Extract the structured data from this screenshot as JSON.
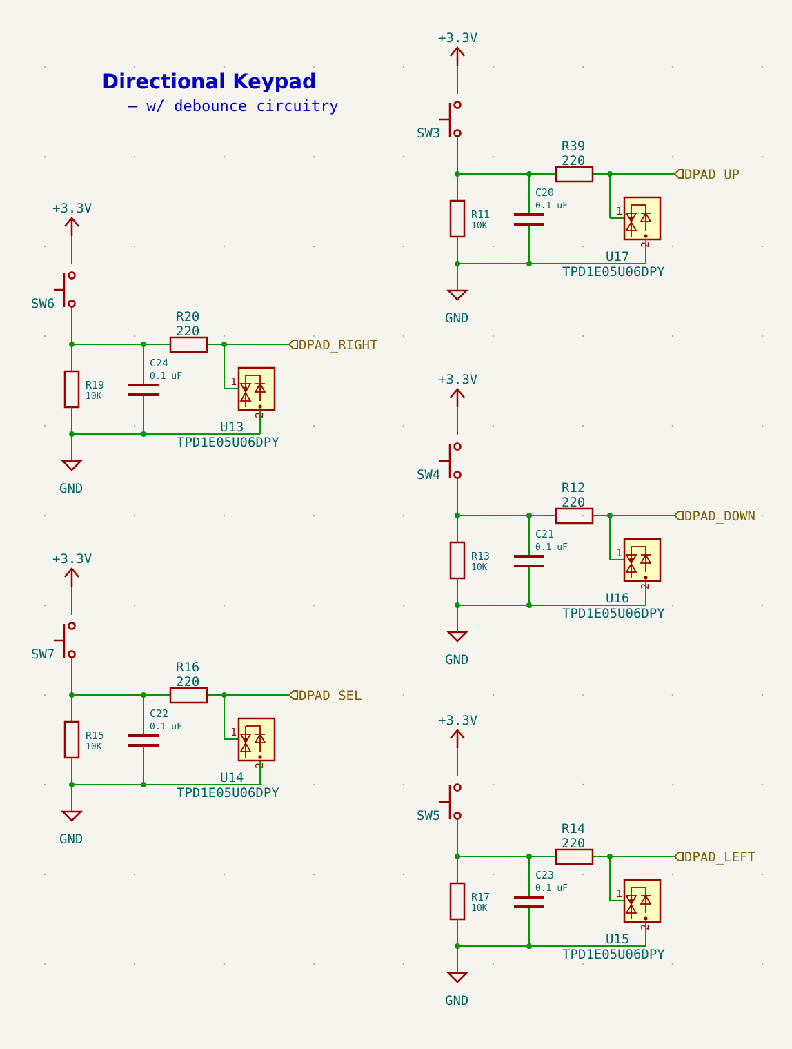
{
  "sheet": {
    "title": "Directional Keypad",
    "subtitle": "– w/ debounce circuitry"
  },
  "blocks": [
    {
      "key": "right",
      "switch": "SW6",
      "pullup_ref": "R19",
      "pullup_val": "10K",
      "series_ref": "R20",
      "series_val": "220",
      "cap_ref": "C24",
      "cap_val": "0.1 uF",
      "tvs_ref": "U13",
      "tvs_part": "TPD1E05U06DPY",
      "net": "DPAD_RIGHT",
      "vcc": "+3.3V",
      "gnd": "GND",
      "pin1": "1",
      "pin2": "2"
    },
    {
      "key": "sel",
      "switch": "SW7",
      "pullup_ref": "R15",
      "pullup_val": "10K",
      "series_ref": "R16",
      "series_val": "220",
      "cap_ref": "C22",
      "cap_val": "0.1 uF",
      "tvs_ref": "U14",
      "tvs_part": "TPD1E05U06DPY",
      "net": "DPAD_SEL",
      "vcc": "+3.3V",
      "gnd": "GND",
      "pin1": "1",
      "pin2": "2"
    },
    {
      "key": "up",
      "switch": "SW3",
      "pullup_ref": "R11",
      "pullup_val": "10K",
      "series_ref": "R39",
      "series_val": "220",
      "cap_ref": "C20",
      "cap_val": "0.1 uF",
      "tvs_ref": "U17",
      "tvs_part": "TPD1E05U06DPY",
      "net": "DPAD_UP",
      "vcc": "+3.3V",
      "gnd": "GND",
      "pin1": "1",
      "pin2": "2"
    },
    {
      "key": "down",
      "switch": "SW4",
      "pullup_ref": "R13",
      "pullup_val": "10K",
      "series_ref": "R12",
      "series_val": "220",
      "cap_ref": "C21",
      "cap_val": "0.1 uF",
      "tvs_ref": "U16",
      "tvs_part": "TPD1E05U06DPY",
      "net": "DPAD_DOWN",
      "vcc": "+3.3V",
      "gnd": "GND",
      "pin1": "1",
      "pin2": "2"
    },
    {
      "key": "left",
      "switch": "SW5",
      "pullup_ref": "R17",
      "pullup_val": "10K",
      "series_ref": "R14",
      "series_val": "220",
      "cap_ref": "C23",
      "cap_val": "0.1 uF",
      "tvs_ref": "U15",
      "tvs_part": "TPD1E05U06DPY",
      "net": "DPAD_LEFT",
      "vcc": "+3.3V",
      "gnd": "GND",
      "pin1": "1",
      "pin2": "2"
    }
  ],
  "colors": {
    "wire": "#009600",
    "symbol": "#9a0000",
    "symbol_fill": "#ffffc2",
    "reference_text": "#006464",
    "net_label": "#806000",
    "title_text": "#0000c4",
    "background": "#f5f4ef"
  }
}
